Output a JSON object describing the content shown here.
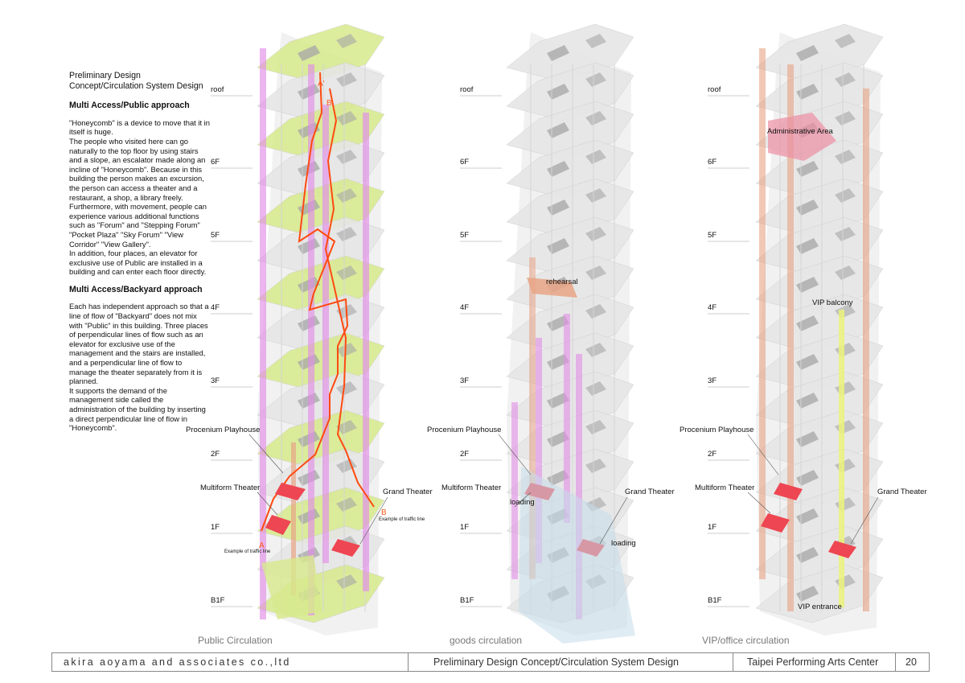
{
  "left_text": {
    "heading": "Preliminary Design Concept/Circulation System Design",
    "section1_title": "Multi Access/Public approach",
    "section1_body": "\"Honeycomb\" is a device to move that it in itself is huge.\nThe people who visited here can go naturally to the top floor by using stairs and a slope, an escalator made along an incline of \"Honeycomb\". Because in this building the person makes an excursion, the person can access a theater and a restaurant, a shop, a library freely. Furthermore, with movement, people can experience various additional functions such as \"Forum\" and \"Stepping Forum\" \"Pocket Plaza\" \"Sky Forum\" \"View Corridor\" \"View Gallery\".\nIn addition, four places, an elevator for exclusive use of Public are installed in a building and can enter each floor directly.",
    "section2_title": "Multi Access/Backyard approach",
    "section2_body": "Each has independent approach so that a line of flow of \"Backyard\" does not mix with \"Public\" in this building. Three places of perpendicular lines of flow such as an elevator for exclusive use of the management and the stairs are installed, and a perpendicular line of flow to manage the theater separately from it is planned.\nIt supports the demand of the management side called the administration of the building by inserting a direct perpendicular line of flow in \"Honeycomb\"."
  },
  "floors": [
    "roof",
    "6F",
    "5F",
    "4F",
    "3F",
    "2F",
    "1F",
    "B1F"
  ],
  "diagram1": {
    "caption": "Public Circulation",
    "procenium": "Procenium Playhouse",
    "multiform": "Multiform Theater",
    "grand": "Grand Theater",
    "marker_a_top": "A'",
    "marker_b_top": "B'",
    "marker_a": "A",
    "marker_b": "B",
    "traffic_a": "Example of traffic line",
    "traffic_b": "Example of traffic line"
  },
  "diagram2": {
    "caption": "goods circulation",
    "procenium": "Procenium Playhouse",
    "multiform": "Multiform Theater",
    "grand": "Grand Theater",
    "rehearsal": "rehearsal",
    "loading1": "loading",
    "loading2": "loading"
  },
  "diagram3": {
    "caption": "VIP/office circulation",
    "procenium": "Procenium Playhouse",
    "multiform": "Multiform Theater",
    "grand": "Grand Theater",
    "admin": "Administrative Area",
    "vip_balcony": "VIP balcony",
    "vip_entrance": "VIP entrance"
  },
  "footer": {
    "company": "akira aoyama and associates co.,ltd",
    "title": "Preliminary Design Concept/Circulation System Design",
    "project": "Taipei Performing Arts Center",
    "page": "20"
  },
  "colors": {
    "public_plate": "#d7ea8c",
    "plate_gray": "#e6e6e6",
    "shadow_gray": "#a6a6a6",
    "public_route": "#ff4a10",
    "elevator_pink": "#e28ee8",
    "elevator_salmon": "#e8a486",
    "theater_red": "#ee4652",
    "vip_yellow": "#ecf27a",
    "loading_blue": "#c4dcea"
  }
}
